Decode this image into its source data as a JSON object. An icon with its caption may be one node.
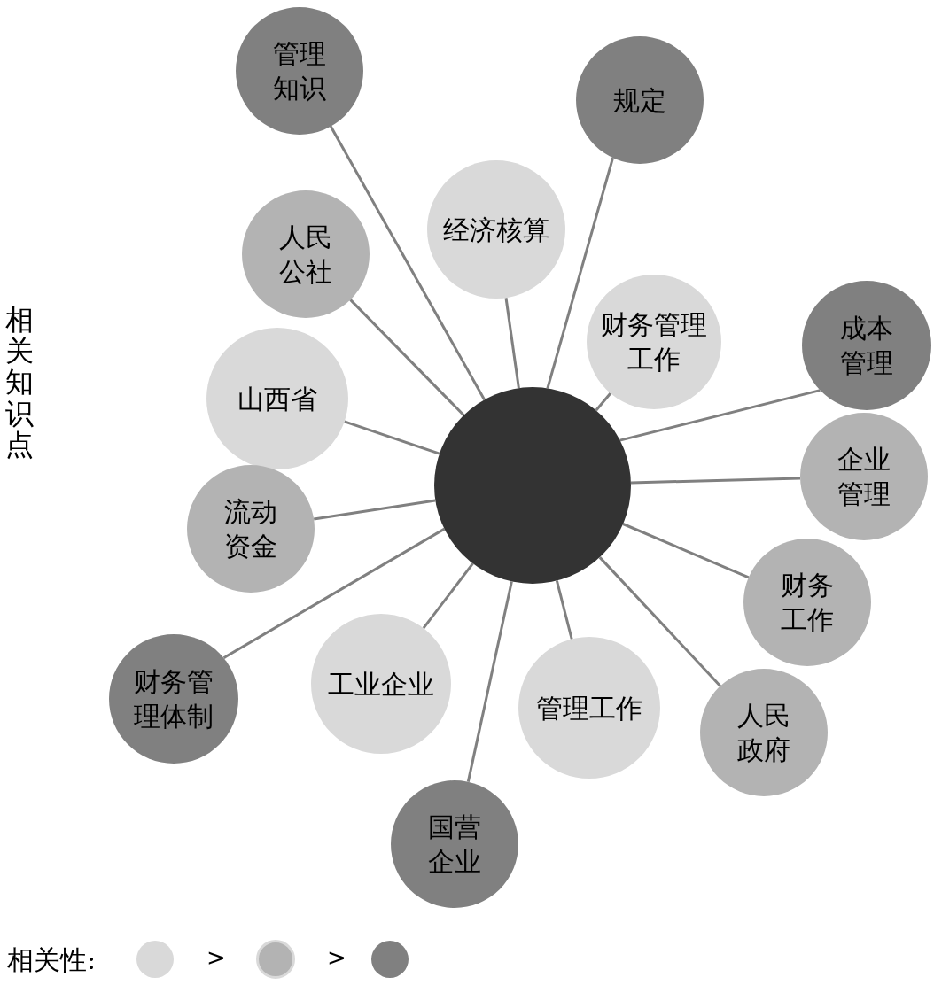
{
  "diagram": {
    "nodes": [
      {
        "text": [
          "管理知识"
        ]
      },
      {
        "text": [
          "规定"
        ]
      },
      {
        "text": [
          "经济核算"
        ]
      },
      {
        "text": [
          "人民公社"
        ]
      },
      {
        "text": [
          "财务管理工作"
        ]
      },
      {
        "text": [
          "成本管理"
        ]
      },
      {
        "text": [
          "山西省"
        ]
      },
      {
        "text": [],
        "shape": "circle"
      },
      {
        "text": [
          "企业管理"
        ]
      },
      {
        "text": [
          "流动资金"
        ]
      },
      {
        "text": [
          "财务工作"
        ]
      },
      {
        "text": [
          "工业企业"
        ]
      },
      {
        "text": [
          "财务管理体制"
        ]
      },
      {
        "text": [
          "管理工作"
        ]
      },
      {
        "text": [
          "人民政府"
        ]
      },
      {
        "text": [
          "国营企业"
        ]
      }
    ],
    "edges": [
      {
        "from": 7,
        "to": 0,
        "arrow": "none"
      },
      {
        "from": 7,
        "to": 1,
        "arrow": "none"
      },
      {
        "from": 7,
        "to": 2,
        "arrow": "none"
      },
      {
        "from": 7,
        "to": 3,
        "arrow": "none"
      },
      {
        "from": 7,
        "to": 4,
        "arrow": "none"
      },
      {
        "from": 7,
        "to": 5,
        "arrow": "none"
      },
      {
        "from": 7,
        "to": 6,
        "arrow": "none"
      },
      {
        "from": 7,
        "to": 8,
        "arrow": "none"
      },
      {
        "from": 7,
        "to": 9,
        "arrow": "none"
      },
      {
        "from": 7,
        "to": 10,
        "arrow": "none"
      },
      {
        "from": 7,
        "to": 11,
        "arrow": "none"
      },
      {
        "from": 7,
        "to": 12,
        "arrow": "none"
      },
      {
        "from": 7,
        "to": 13,
        "arrow": "none"
      },
      {
        "from": 7,
        "to": 14,
        "arrow": "none"
      },
      {
        "from": 7,
        "to": 15,
        "arrow": "none"
      }
    ],
    "labels": [
      "相关知识点",
      "相关性:",
      ">",
      ">"
    ]
  }
}
